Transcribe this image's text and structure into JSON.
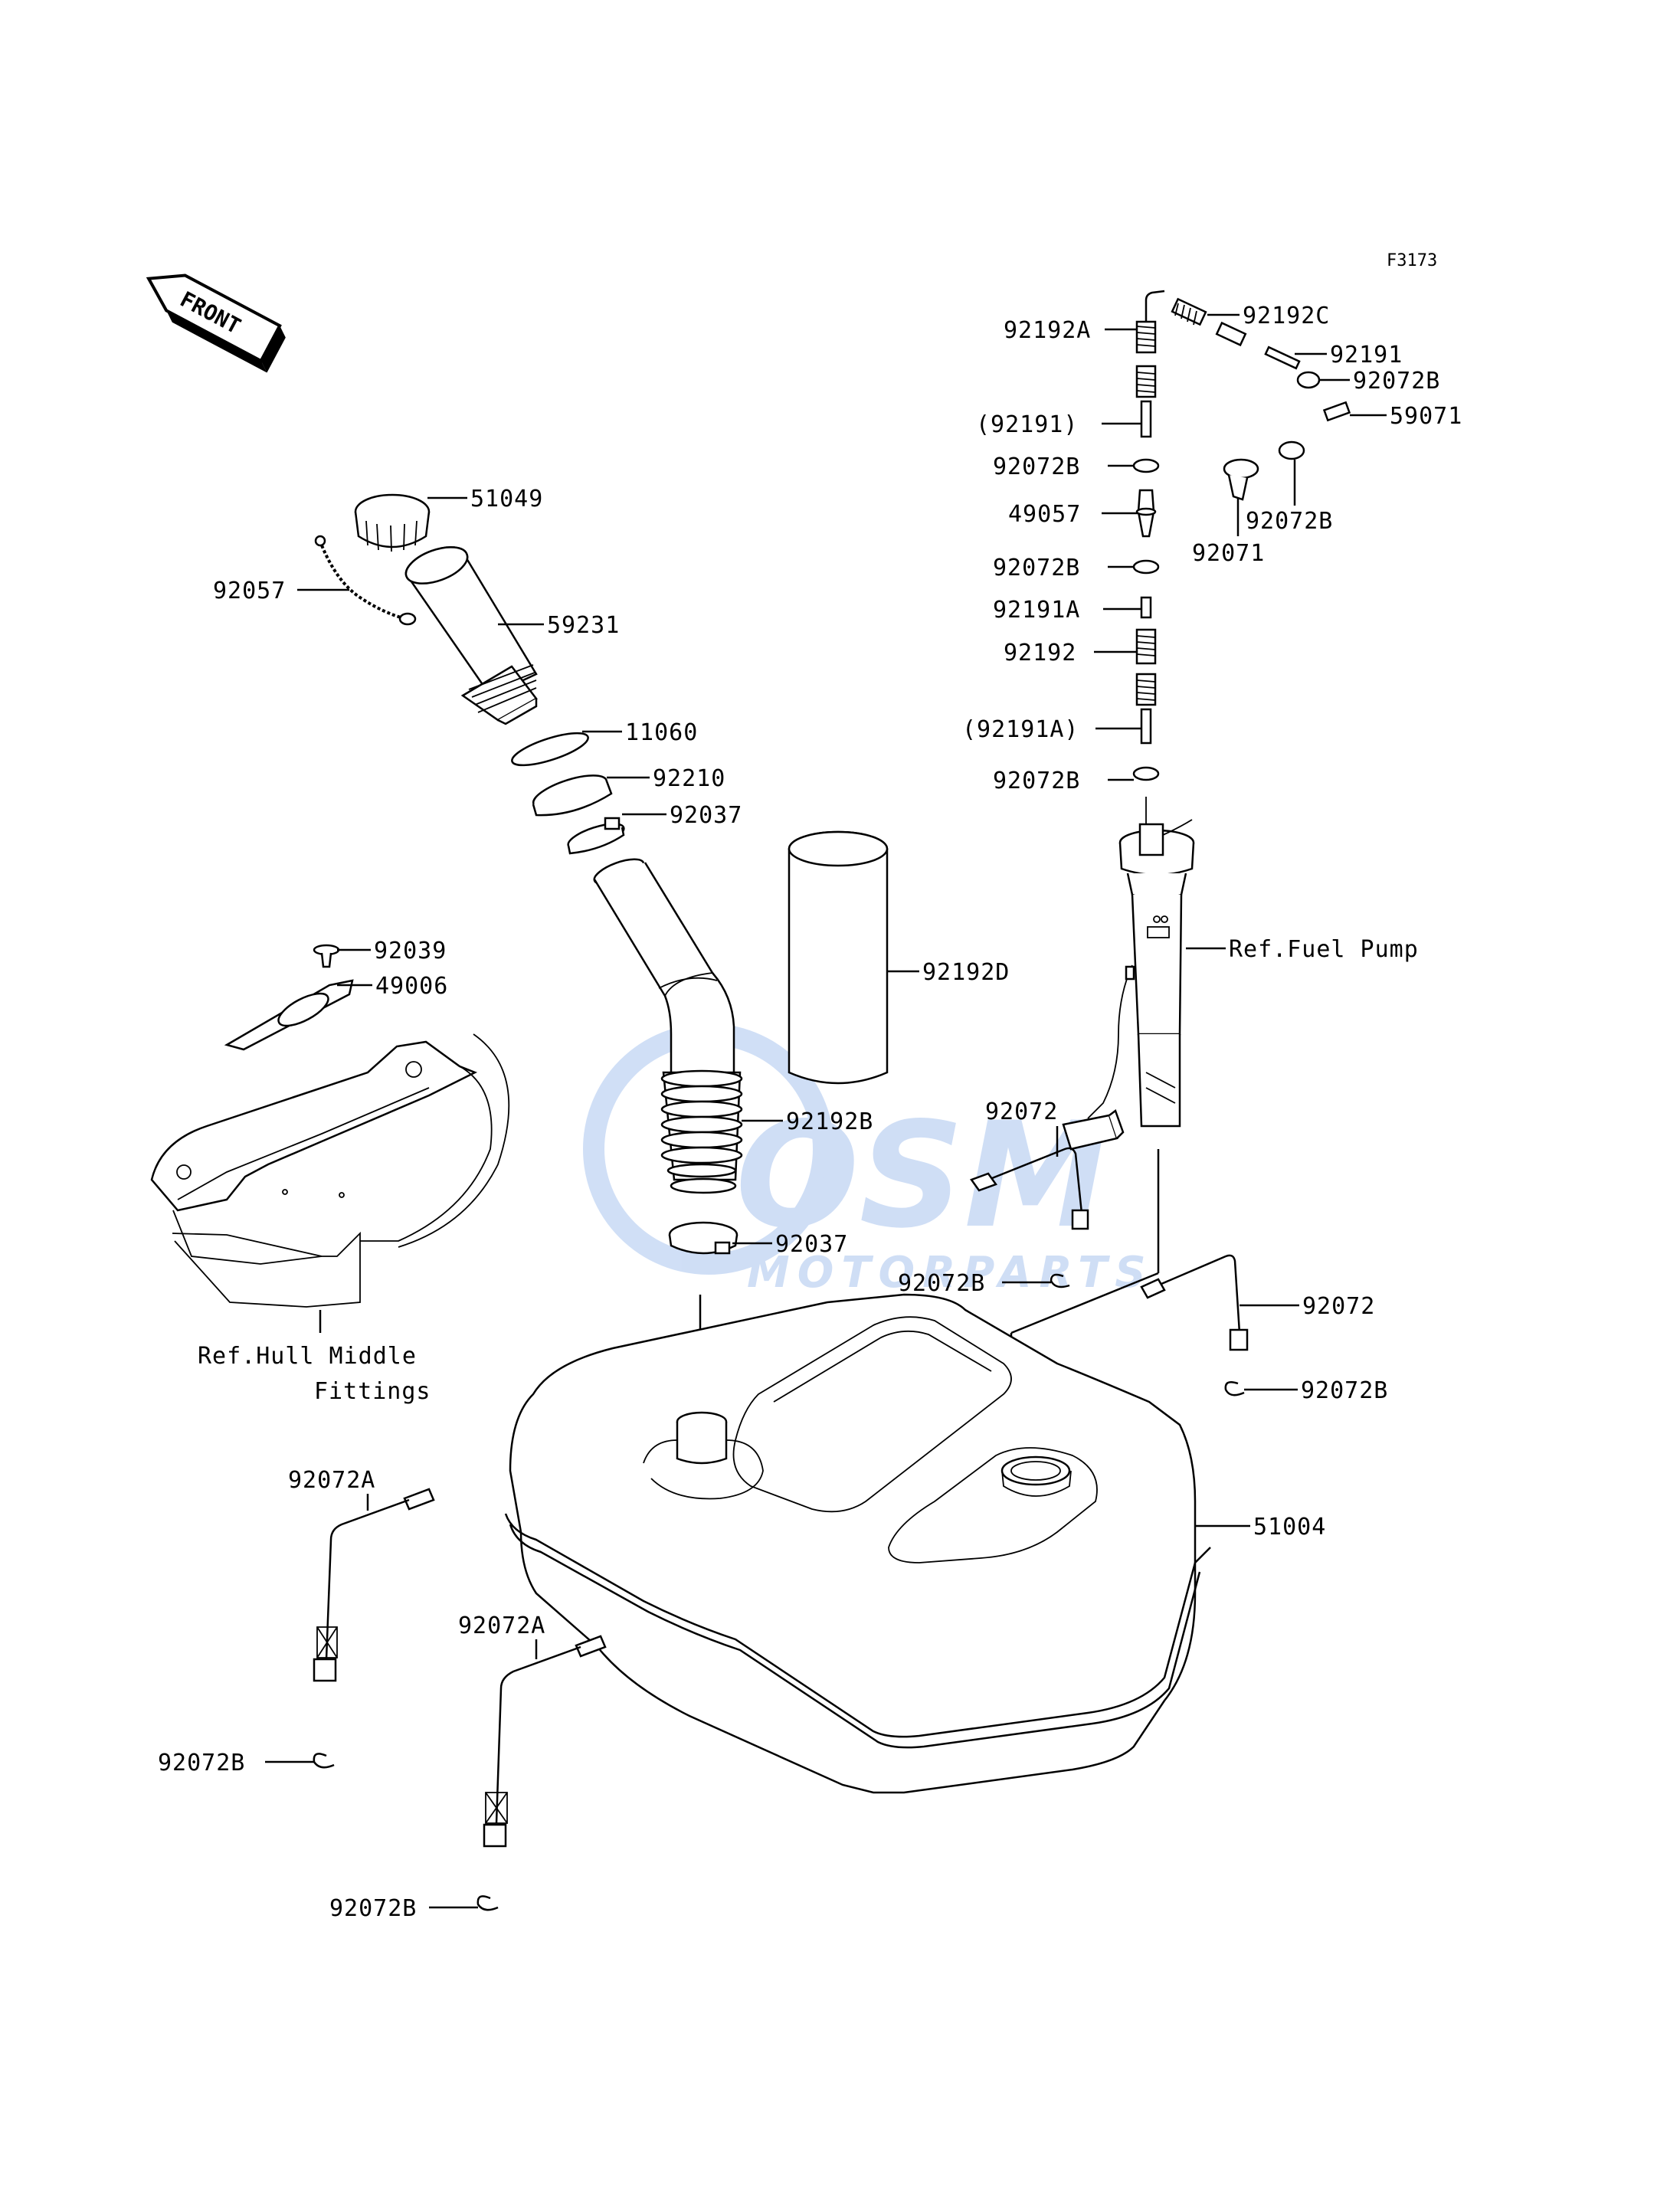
{
  "figure_code": "F3173",
  "front_arrow_label": "FRONT",
  "watermark": {
    "brand": "OSM",
    "sub": "MOTORPARTS",
    "color": "#a9c4ee"
  },
  "references": {
    "hull_line1": "Ref.Hull Middle",
    "hull_line2": "Fittings",
    "fuel_pump": "Ref.Fuel Pump"
  },
  "parts": {
    "p92192C": "92192C",
    "p92192A": "92192A",
    "p92191": "92191",
    "p92072B_top_right": "92072B",
    "p92191_paren": "(92191)",
    "p59071": "59071",
    "p92072B_l1": "92072B",
    "p49057": "49057",
    "p92072B_mid_right": "92072B",
    "p92071": "92071",
    "p92072B_l2": "92072B",
    "p92191A": "92191A",
    "p92192": "92192",
    "p92191A_paren": "(92191A)",
    "p92072B_l3": "92072B",
    "p51049": "51049",
    "p92057": "92057",
    "p59231": "59231",
    "p11060": "11060",
    "p92210": "92210",
    "p92037_upper": "92037",
    "p92039": "92039",
    "p49006": "49006",
    "p92192D": "92192D",
    "p92192B": "92192B",
    "p92072_mid": "92072",
    "p92037_lower": "92037",
    "p92072B_center": "92072B",
    "p92072_right": "92072",
    "p92072B_right": "92072B",
    "p92072A_left": "92072A",
    "p51004": "51004",
    "p92072A_lower": "92072A",
    "p92072B_bottom_left": "92072B",
    "p92072B_bottom": "92072B"
  }
}
